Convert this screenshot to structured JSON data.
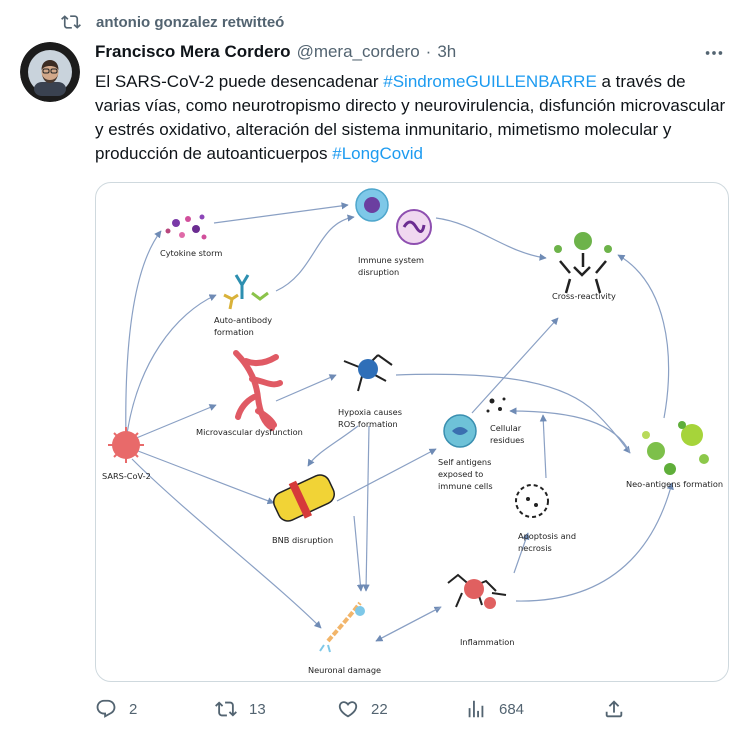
{
  "retweet": {
    "label": "antonio gonzalez retwitteó"
  },
  "tweet": {
    "author_name": "Francisco Mera Cordero",
    "handle": "@mera_cordero",
    "separator": "·",
    "time": "3h",
    "text_part1": "El SARS-CoV-2 puede desencadenar ",
    "hashtag1": "#SindromeGUILLENBARRE",
    "text_part2": " a través de varias vías, como neurotropismo directo y neurovirulencia, disfunción microvascular y estrés oxidativo, alteración del sistema inmunitario, mimetismo molecular y producción de autoanticuerpos ",
    "hashtag2": "#LongCovid"
  },
  "diagram": {
    "labels": {
      "cytokine_storm": "Cytokine storm",
      "immune_1": "Immune system",
      "immune_2": "disruption",
      "cross_reactivity": "Cross-reactivity",
      "autoab_1": "Auto-antibody",
      "autoab_2": "formation",
      "microvascular": "Microvascular dysfunction",
      "hypoxia_1": "Hypoxia causes",
      "hypoxia_2": "ROS formation",
      "cellular_1": "Cellular",
      "cellular_2": "residues",
      "sars": "SARS-CoV-2",
      "self_1": "Self antigens",
      "self_2": "exposed to",
      "self_3": "immune cells",
      "neo": "Neo-antigens formation",
      "bnb": "BNB disruption",
      "apoptosis_1": "Apoptosis and",
      "apoptosis_2": "necrosis",
      "inflammation": "Inflammation",
      "neuronal": "Neuronal damage"
    }
  },
  "actions": {
    "replies": "2",
    "retweets": "13",
    "likes": "22",
    "views": "684"
  },
  "colors": {
    "link": "#1d9bf0",
    "secondary_text": "#536471",
    "primary_text": "#0f1419",
    "card_border": "#cfd9de"
  },
  "icons": [
    "retweet-icon",
    "more-icon",
    "reply-icon",
    "like-icon",
    "views-icon",
    "share-icon"
  ]
}
